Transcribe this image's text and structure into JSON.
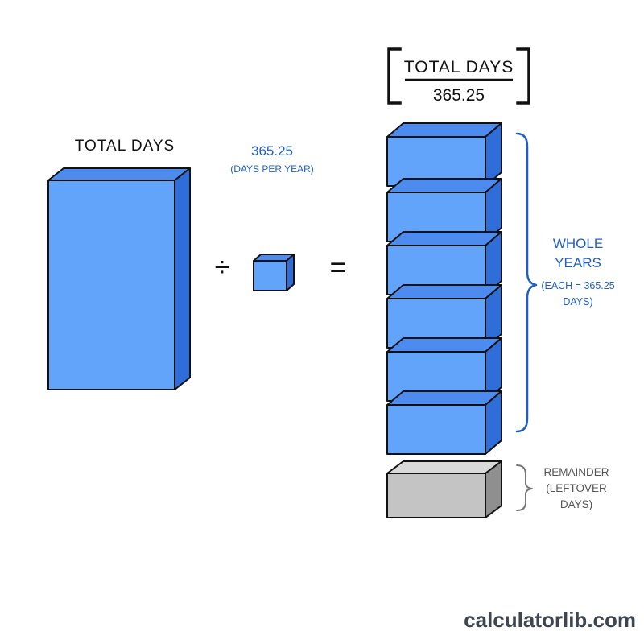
{
  "colors": {
    "block_front": "#63a4fb",
    "block_top": "#4d8bef",
    "block_side": "#2f6ed8",
    "remainder_front": "#c4c4c4",
    "remainder_top": "#d9d9d9",
    "remainder_side": "#8f8f8f",
    "outline": "#111111",
    "accent_text": "#1f5fc4",
    "muted_text": "#555555",
    "brand_text": "#3d4551"
  },
  "dividend": {
    "label": "TOTAL DAYS"
  },
  "operators": {
    "divide": "÷",
    "equals": "="
  },
  "divisor": {
    "value": "365.25",
    "caption": "(DAYS PER YEAR)"
  },
  "formula": {
    "numerator": "TOTAL DAYS",
    "denominator": "365.25",
    "bracket": "floor"
  },
  "whole_years": {
    "count": 6,
    "title": "WHOLE YEARS",
    "caption": "(EACH = 365.25 DAYS)"
  },
  "remainder": {
    "caption": "REMAINDER (LEFTOVER DAYS)"
  },
  "brand": {
    "text": "calculatorlib.com"
  }
}
